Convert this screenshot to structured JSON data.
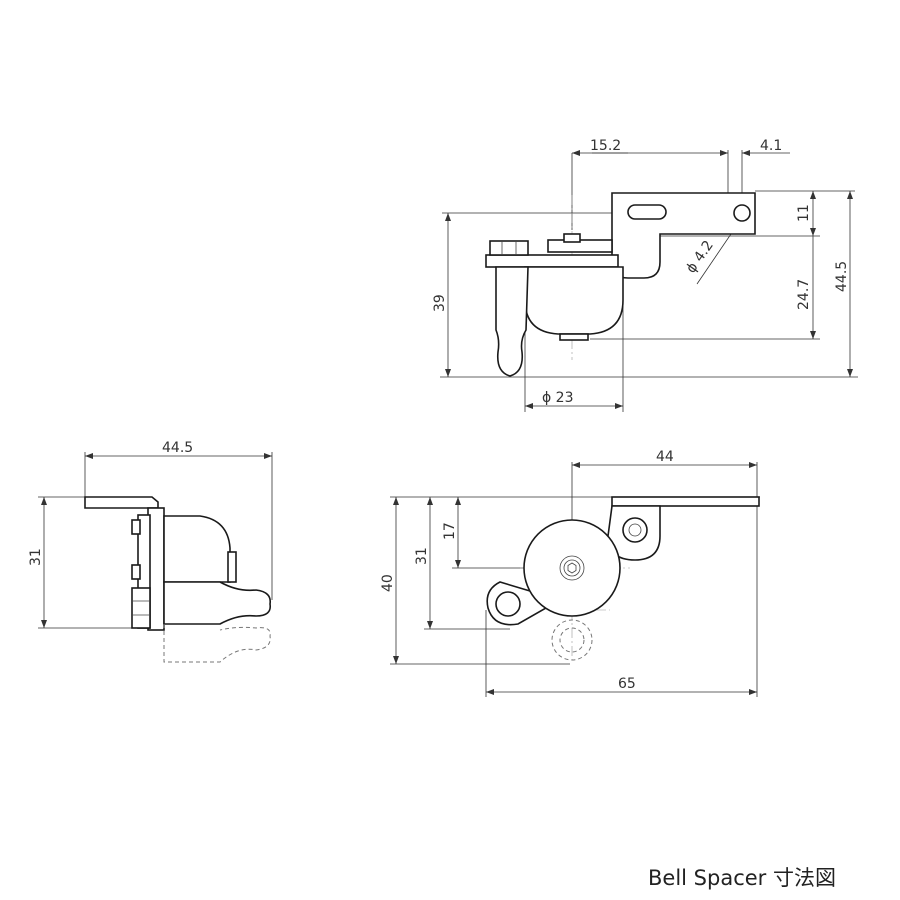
{
  "caption": "Bell Spacer 寸法図",
  "dimensions": {
    "top_view": {
      "d_15_2": "15.2",
      "d_4_1": "4.1",
      "d_11": "11",
      "d_44_5": "44.5",
      "d_24_7": "24.7",
      "d_39": "39",
      "d_phi_4_2": "ϕ 4.2",
      "d_phi_23": "ϕ 23"
    },
    "side_view": {
      "d_44_5": "44.5",
      "d_31": "31"
    },
    "front_view": {
      "d_44": "44",
      "d_17": "17",
      "d_31": "31",
      "d_40": "40",
      "d_65": "65"
    }
  }
}
